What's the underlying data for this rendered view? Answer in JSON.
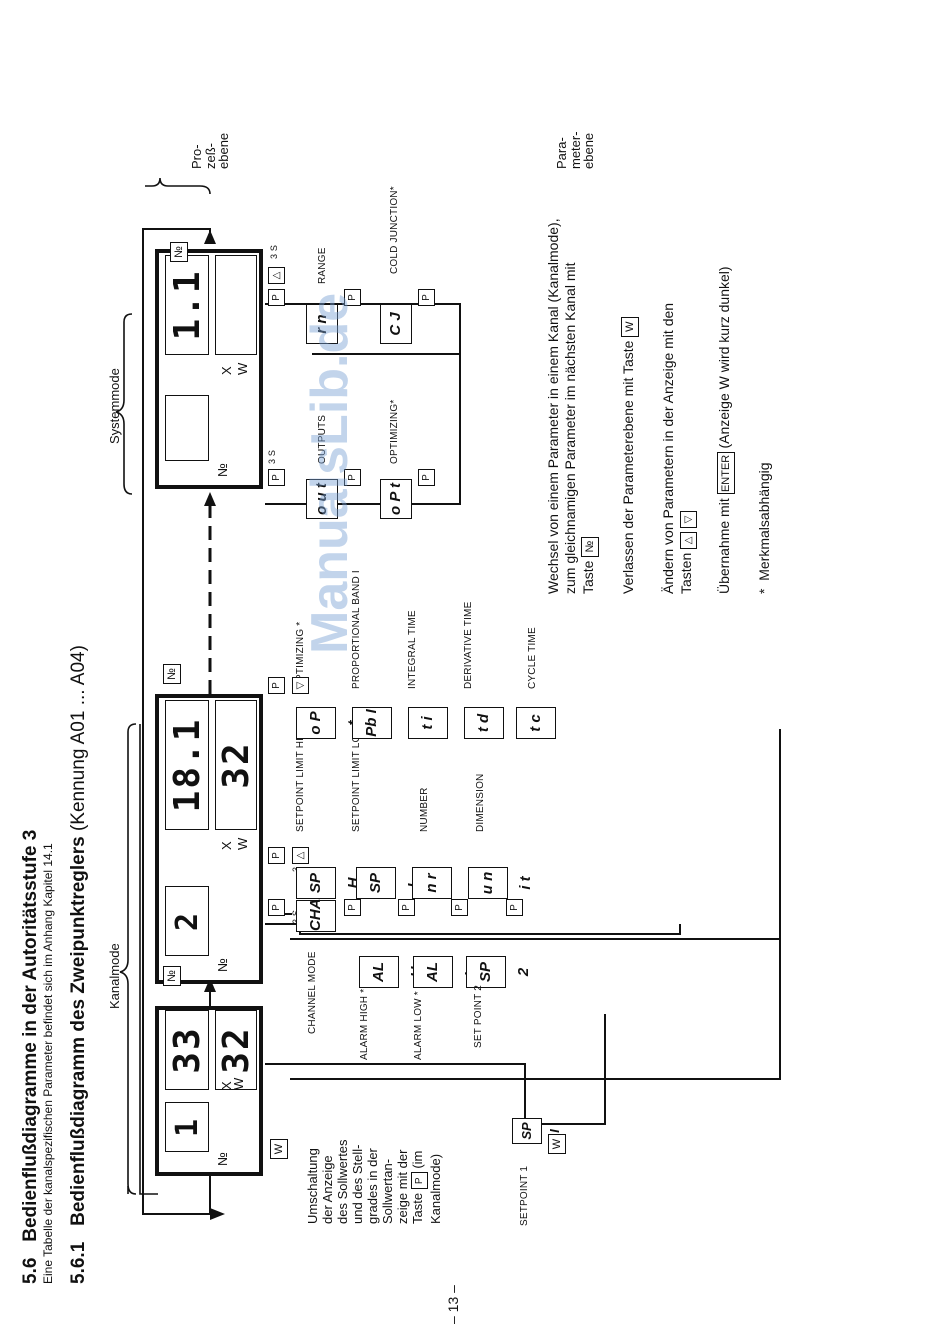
{
  "section": {
    "num": "5.6",
    "title": "Bedienflußdiagramme in der Autoritätsstufe 3",
    "subtitle": "Eine Tabelle der kanalspezifischen Parameter befindet sich im Anhang Kapitel 14.1"
  },
  "subsection": {
    "num": "5.6.1",
    "title": "Bedienflußdiagramm des Zweipunktreglers",
    "suffix": "(Kennung A01 ... A04)"
  },
  "modes": {
    "kanal": "Kanalmode",
    "system": "Systemmode",
    "prozess": [
      "Pro-",
      "zeß-",
      "ebene"
    ],
    "parameter": [
      "Para-",
      "meter-",
      "ebene"
    ]
  },
  "keys": {
    "p": "P",
    "w": "W",
    "no": "№",
    "enter": "ENTER",
    "up": "△",
    "down": "▽",
    "hold": "3 s"
  },
  "displays": {
    "x_label": "X",
    "w_label": "W",
    "no_label": "№",
    "d1": {
      "no": "1",
      "x": "33",
      "w": "32"
    },
    "d2": {
      "no": "2",
      "x": "18.1",
      "w": "32"
    },
    "d3": {
      "no": "",
      "x": "1.1",
      "w": ""
    }
  },
  "params": {
    "sp1": {
      "code": "SP I",
      "label": "SETPOINT 1"
    },
    "col1": [
      {
        "code": "CHAn",
        "label": "CHANNEL MODE"
      },
      {
        "code": "AL H",
        "label": "ALARM HIGH *"
      },
      {
        "code": "AL L",
        "label": "ALARM LOW *"
      },
      {
        "code": "SP 2",
        "label": "SET POINT 2"
      }
    ],
    "col2": [
      {
        "code": "SP H",
        "label": "SETPOINT LIMIT HIGH"
      },
      {
        "code": "SP L",
        "label": "SETPOINT LIMIT LOW"
      },
      {
        "code": "n r",
        "label": "NUMBER"
      },
      {
        "code": "u n i t",
        "label": "DIMENSION"
      }
    ],
    "col3": [
      {
        "code": "o P t",
        "label": "OPTIMIZING *"
      },
      {
        "code": "Pb I",
        "label": "PROPORTIONAL BAND I"
      },
      {
        "code": "t i",
        "label": "INTEGRAL TIME"
      },
      {
        "code": "t d",
        "label": "DERIVATIVE TIME"
      },
      {
        "code": "t c",
        "label": "CYCLE TIME"
      }
    ],
    "sys1": [
      {
        "code": "o u t",
        "label": "OUTPUTS"
      },
      {
        "code": "o P t",
        "label": "OPTIMIZING*"
      }
    ],
    "sys2": [
      {
        "code": "r n",
        "label": "RANGE"
      },
      {
        "code": "C J",
        "label": "COLD JUNCTION*"
      }
    ]
  },
  "umschaltung": [
    "Umschaltung",
    "der Anzeige",
    "des Sollwertes",
    "und des Stell-",
    "grades in der",
    "Sollwertan-",
    "zeige mit der",
    "Taste",
    "(im",
    "Kanalmode)"
  ],
  "notes": {
    "n1a": "Wechsel von einem Parameter in einem Kanal (Kanalmode),",
    "n1b": "zum gleichnamigen Parameter im nächsten Kanal mit",
    "n1c": "Taste",
    "n2": "Verlassen der Parameterebene mit Taste",
    "n3a": "Ändern von Parametern in der Anzeige mit den",
    "n3b": "Tasten",
    "n4a": "Übernahme mit",
    "n4b": "(Anzeige W wird kurz dunkel)",
    "n5": "Merkmalsabhängig",
    "star": "*"
  },
  "page_number": "– 13 –",
  "watermark": "ManualsLib.de"
}
